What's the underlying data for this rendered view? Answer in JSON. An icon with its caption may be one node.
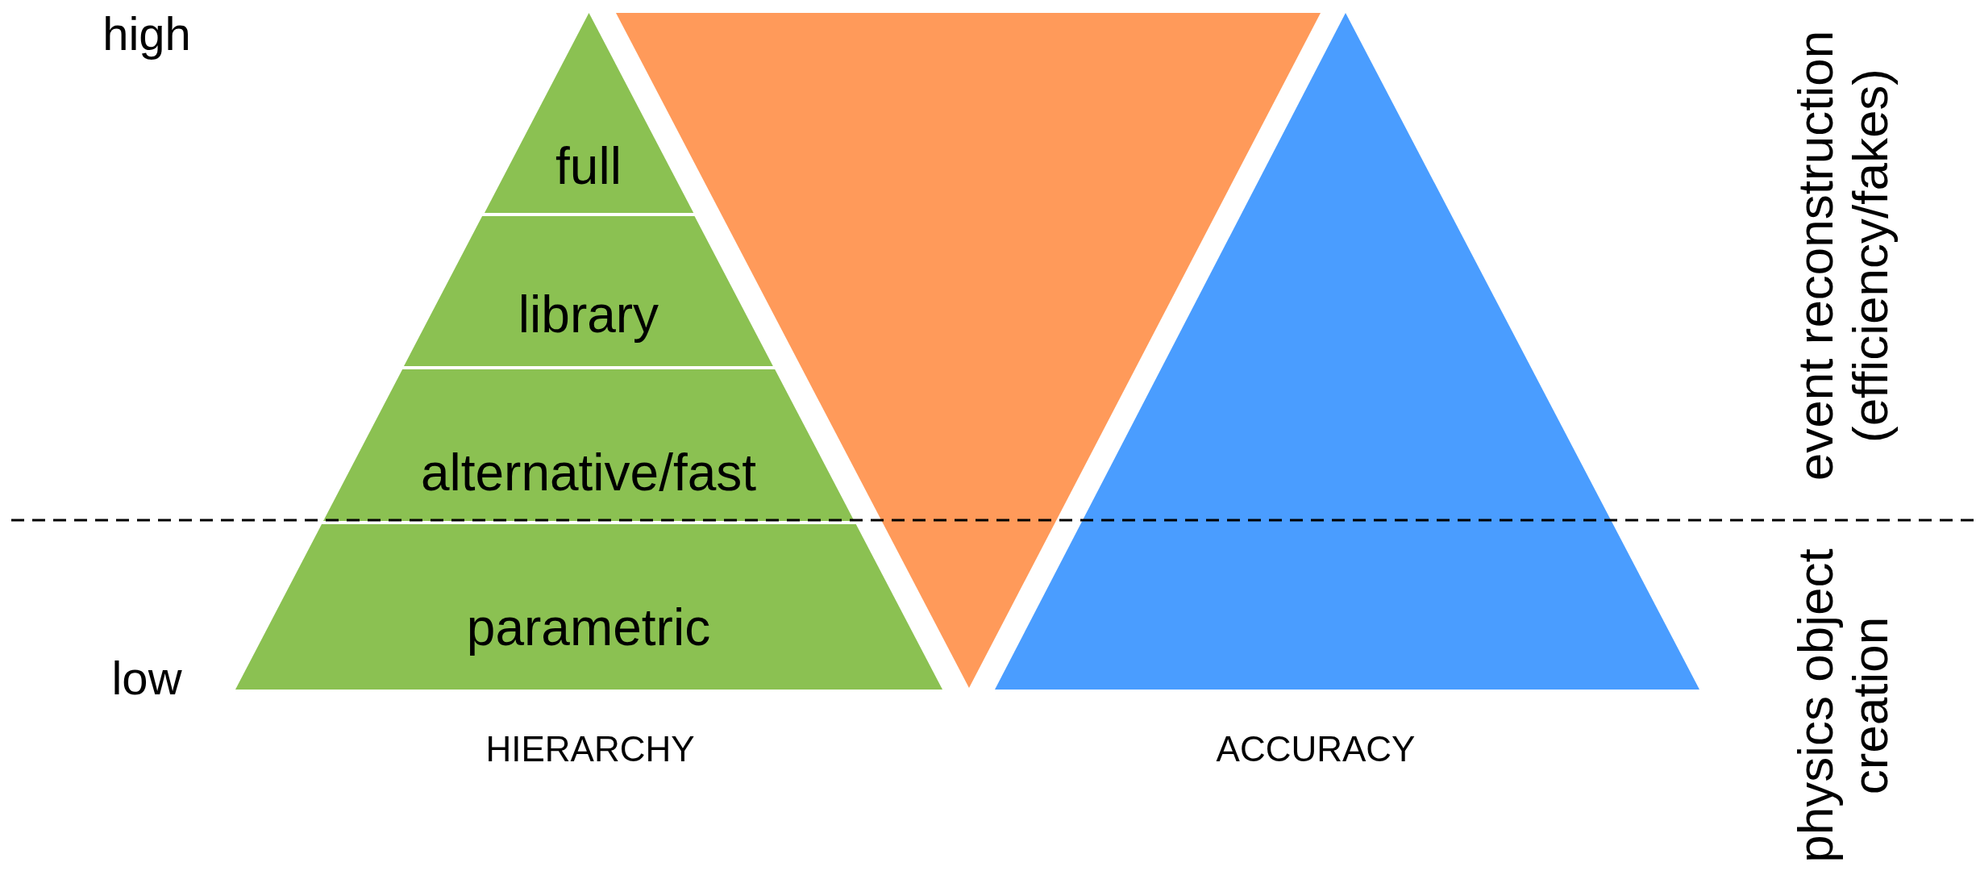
{
  "diagram": {
    "nodes": [
      {
        "text": [
          "full"
        ]
      },
      {
        "text": [
          "library"
        ]
      },
      {
        "text": [
          "alternative/fast"
        ]
      },
      {
        "text": [
          "parametric"
        ]
      },
      {
        "text": [],
        "shape": "triangle"
      },
      {
        "text": [],
        "shape": "triangle"
      }
    ],
    "labels": [
      "high",
      "event reconstruction (efficiency/fakes)",
      "low",
      "HIERARCHY",
      "ACCURACY",
      "physics object creation"
    ]
  }
}
